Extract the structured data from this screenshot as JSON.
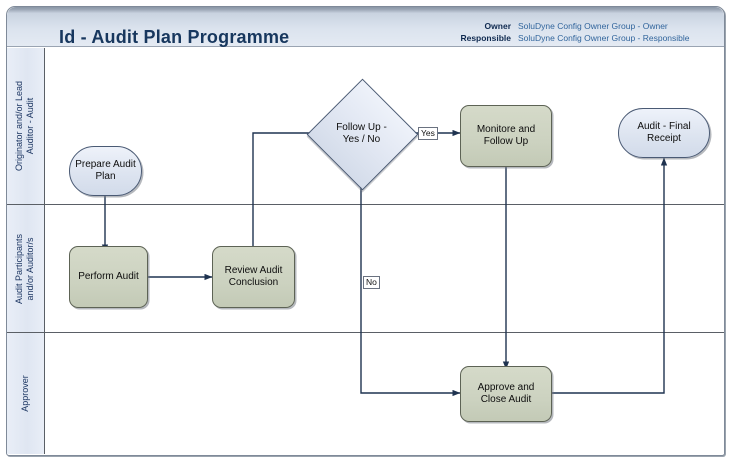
{
  "window": {
    "title": "Id - Audit Plan Programme",
    "meta": [
      {
        "label": "Owner",
        "value": "SoluDyne Config Owner Group - Owner"
      },
      {
        "label": "Responsible",
        "value": "SoluDyne Config Owner Group - Responsible"
      }
    ]
  },
  "colors": {
    "title_text": "#17375e",
    "meta_label": "#0f2a50",
    "meta_value": "#31659c",
    "terminator_fill": "#dde4f0",
    "process_fill": "#ccd2c0",
    "decision_fill": "#dfe5f1",
    "lane_header_fill": "#dfe6f2",
    "connector": "#1f3350",
    "border": "#5a5f66"
  },
  "lanes": [
    {
      "id": "lane-originator",
      "label": "Originator and/or Lead\nAuditor - Audit"
    },
    {
      "id": "lane-participants",
      "label": "Audit Participants\nand/or Auditor/s"
    },
    {
      "id": "lane-approver",
      "label": "Approver"
    }
  ],
  "nodes": [
    {
      "id": "prepare-audit-plan",
      "label": "Prepare Audit\nPlan",
      "shape": "terminator",
      "lane": 0
    },
    {
      "id": "follow-up-decision",
      "label": "Follow Up -\nYes / No",
      "shape": "decision",
      "lane": 0
    },
    {
      "id": "monitore-and-follow-up",
      "label": "Monitore and\nFollow Up",
      "shape": "process",
      "lane": 0
    },
    {
      "id": "audit-final-receipt",
      "label": "Audit - Final\nReceipt",
      "shape": "terminator",
      "lane": 0
    },
    {
      "id": "perform-audit",
      "label": "Perform Audit",
      "shape": "process",
      "lane": 1
    },
    {
      "id": "review-audit-conclusion",
      "label": "Review Audit\nConclusion",
      "shape": "process",
      "lane": 1
    },
    {
      "id": "approve-and-close-audit",
      "label": "Approve and\nClose Audit",
      "shape": "process",
      "lane": 2
    }
  ],
  "edge_labels": [
    {
      "id": "edge-label-yes",
      "text": "Yes"
    },
    {
      "id": "edge-label-no",
      "text": "No"
    }
  ]
}
